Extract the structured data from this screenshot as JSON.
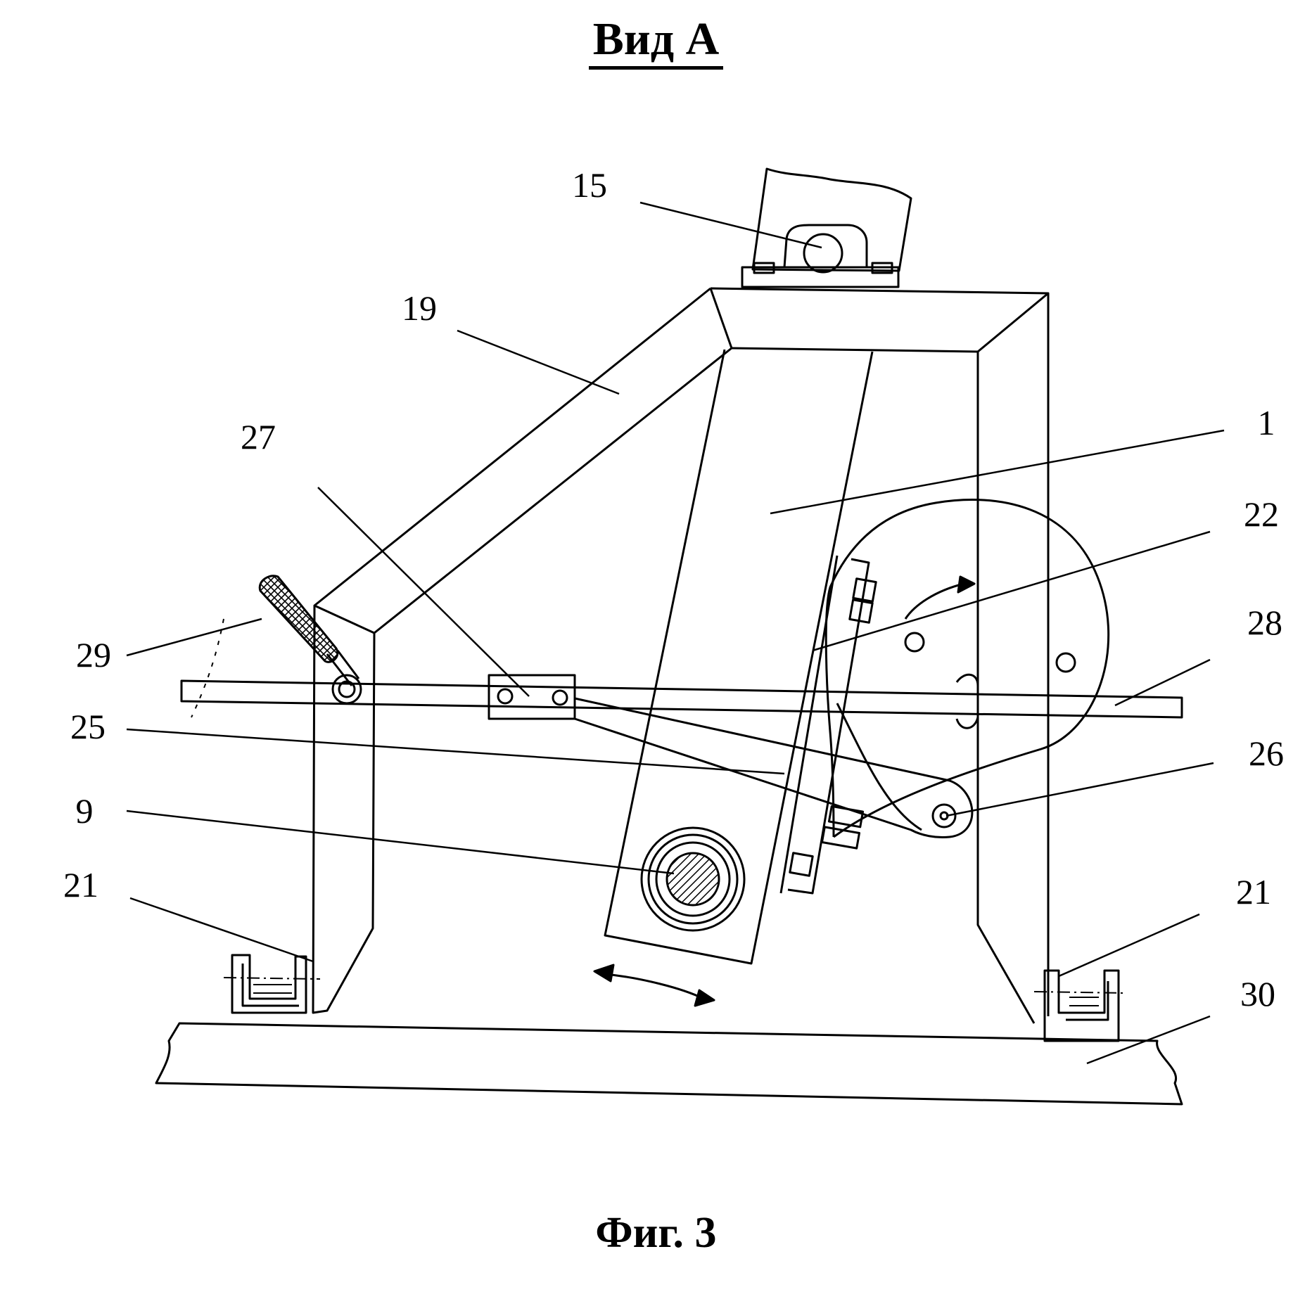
{
  "title": "Вид А",
  "caption": "Фиг. 3",
  "labels": {
    "l15": "15",
    "l19": "19",
    "l27": "27",
    "l1": "1",
    "l22": "22",
    "l28": "28",
    "l29": "29",
    "l25": "25",
    "l26": "26",
    "l9": "9",
    "l21_left": "21",
    "l21_right": "21",
    "l30": "30"
  }
}
